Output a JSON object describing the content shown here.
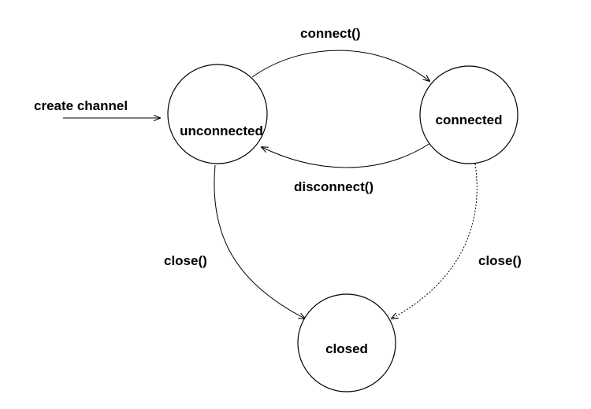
{
  "diagram": {
    "states": {
      "unconnected": "unconnected",
      "connected": "connected",
      "closed": "closed"
    },
    "transitions": {
      "create_channel": "create channel",
      "connect": "connect()",
      "disconnect": "disconnect()",
      "close_from_unconnected": "close()",
      "close_from_connected": "close()"
    }
  }
}
